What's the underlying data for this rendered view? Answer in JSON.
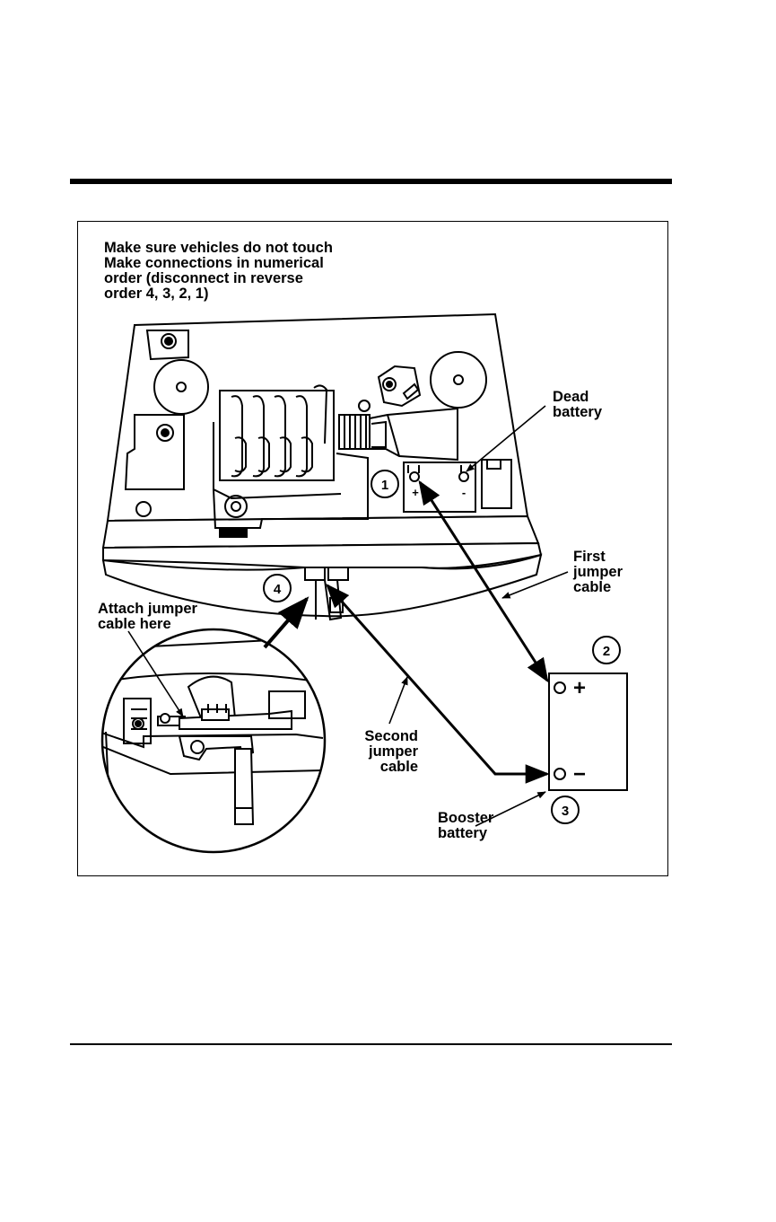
{
  "instructions": [
    "Make sure vehicles do not touch",
    "Make connections in numerical",
    "order (disconnect in reverse",
    "order 4, 3, 2, 1)"
  ],
  "labels": {
    "dead_battery": [
      "Dead",
      "battery"
    ],
    "first_jumper_cable": [
      "First",
      "jumper",
      "cable"
    ],
    "attach_here": [
      "Attach jumper",
      "cable here"
    ],
    "second_jumper_cable": [
      "Second",
      "jumper",
      "cable"
    ],
    "booster_battery": [
      "Booster",
      "battery"
    ]
  },
  "steps": {
    "one": "1",
    "two": "2",
    "three": "3",
    "four": "4"
  },
  "terminals": {
    "dead_plus": "+",
    "dead_minus": "-",
    "booster_plus": "+",
    "booster_minus": "−"
  }
}
